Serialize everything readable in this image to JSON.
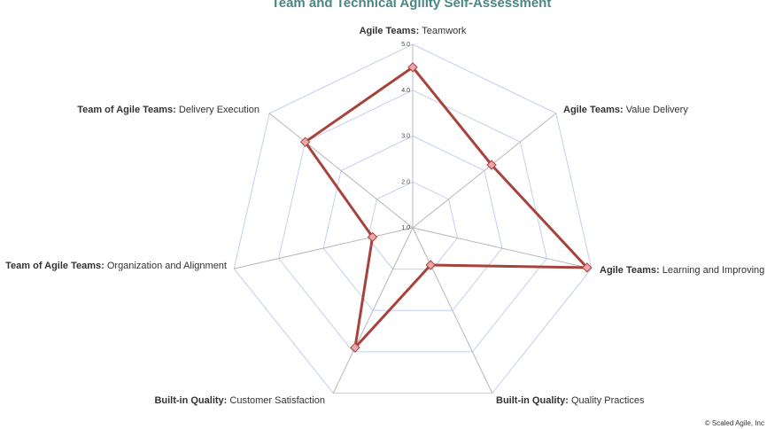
{
  "chart_data": {
    "type": "radar",
    "title": "Team and Technical Agility Self-Assessment",
    "axes": [
      {
        "prefix": "Agile Teams:",
        "name": "Teamwork"
      },
      {
        "prefix": "Agile Teams:",
        "name": "Value Delivery"
      },
      {
        "prefix": "Agile Teams:",
        "name": "Learning and Improving"
      },
      {
        "prefix": "Built-in Quality:",
        "name": "Quality Practices"
      },
      {
        "prefix": "Built-in Quality:",
        "name": "Customer Satisfaction"
      },
      {
        "prefix": "Team of Agile Teams:",
        "name": "Organization and Alignment"
      },
      {
        "prefix": "Team of Agile Teams:",
        "name": "Delivery Execution"
      }
    ],
    "ticks": [
      "1.0",
      "2.0",
      "3.0",
      "4.0",
      "5.0"
    ],
    "range": [
      1.0,
      5.0
    ],
    "series": [
      {
        "values": [
          4.5,
          3.2,
          4.9,
          1.9,
          3.9,
          1.9,
          4.0
        ]
      }
    ],
    "colors": {
      "title": "#4a8784",
      "series_line": "#a8423c",
      "marker_fill": "#e8a7a9",
      "grid": "#c3cef0",
      "spoke": "#b8b8b8"
    }
  },
  "footer": {
    "copyright": "© Scaled Agile, Inc"
  }
}
